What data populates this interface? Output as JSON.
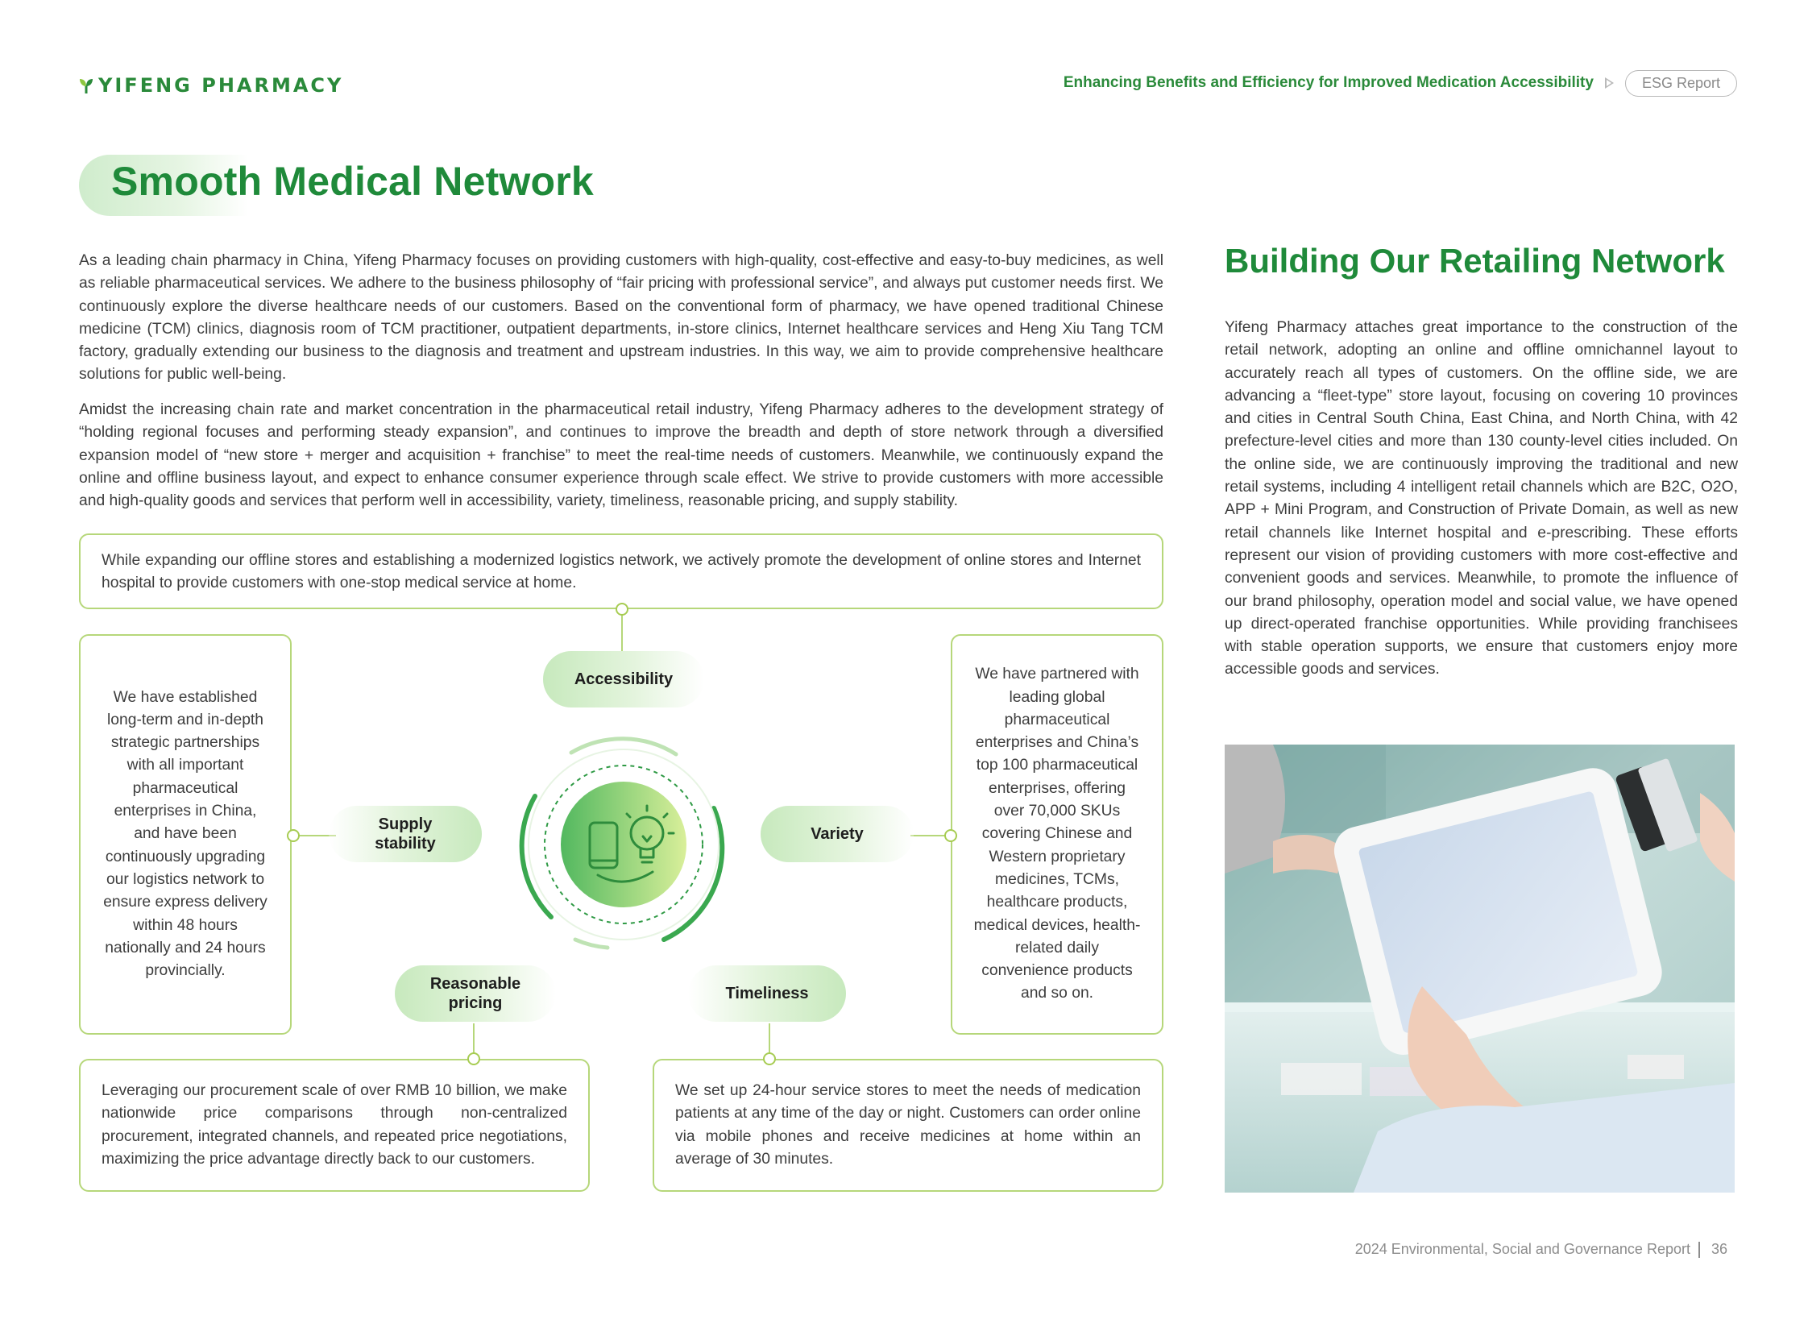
{
  "header": {
    "brand": "YIFENG PHARMACY",
    "tagline": "Enhancing Benefits and Efficiency for Improved Medication Accessibility",
    "report_pill": "ESG Report"
  },
  "page_title": "Smooth Medical Network",
  "intro": {
    "p1": "As a leading chain pharmacy in China, Yifeng Pharmacy focuses on providing customers with high-quality, cost-effective and easy-to-buy medicines, as well as reliable pharmaceutical services. We adhere to the business philosophy of “fair pricing with professional service”, and always put customer needs first. We continuously explore the diverse healthcare needs of our customers. Based on the conventional form of pharmacy, we have opened traditional Chinese medicine (TCM) clinics, diagnosis room of TCM practitioner, outpatient departments, in-store clinics, Internet healthcare services and Heng Xiu Tang TCM factory, gradually extending our business to the diagnosis and treatment and upstream industries. In this way, we aim to provide comprehensive healthcare solutions for public well-being.",
    "p2": "Amidst the increasing chain rate and market concentration in the pharmaceutical retail industry, Yifeng Pharmacy adheres to the development strategy of “holding regional focuses and performing steady expansion”, and continues to improve the breadth and depth of store network through a diversified expansion model of “new store + merger and acquisition + franchise” to meet the real-time needs of customers. Meanwhile, we continuously expand the online and offline business layout, and expect to enhance consumer experience through scale effect. We strive to provide customers with more accessible and high-quality goods and services that perform well in accessibility, variety, timeliness, reasonable pricing, and supply stability."
  },
  "diagram": {
    "top_text": "While expanding our offline stores and establishing a modernized logistics network, we actively promote the development of online stores and Internet hospital to provide customers with one-stop medical service at home.",
    "left_text": "We have established long-term and in-depth strategic partnerships with all important pharmaceutical enterprises in China, and have been continuously upgrading our logistics network to ensure express delivery within 48 hours nationally and 24 hours provincially.",
    "right_text": "We have partnered with leading global pharmaceutical enterprises and China’s top 100 pharmaceutical enterprises, offering over 70,000 SKUs covering Chinese and Western proprietary medicines, TCMs, healthcare products, medical devices, health-related daily convenience products and so on.",
    "bottom_left_text": "Leveraging our procurement scale of over RMB 10 billion, we make nationwide price comparisons through non-centralized procurement, integrated channels, and repeated price negotiations, maximizing the price advantage directly back to our customers.",
    "bottom_right_text": "We set up 24-hour service stores to meet the needs of medication patients at any time of the day or night. Customers can order online via mobile phones and receive medicines at home within an average of 30 minutes.",
    "nodes": {
      "accessibility": "Accessibility",
      "supply_line1": "Supply",
      "supply_line2": "stability",
      "variety": "Variety",
      "pricing_line1": "Reasonable",
      "pricing_line2": "pricing",
      "timeliness": "Timeliness"
    },
    "center_icon": "phone-and-lightbulb-icon"
  },
  "section": {
    "title": "Building Our Retailing Network",
    "body": "Yifeng Pharmacy attaches great importance to the construction of the retail network, adopting an online and offline omnichannel layout to accurately reach all types of customers. On the offline side, we are advancing a “fleet-type” store layout, focusing on covering 10 provinces and cities in Central South China, East China, and North China, with 42 prefecture-level cities and more than 130 county-level cities included. On the online side, we are continuously improving the traditional and new retail systems, including 4 intelligent retail channels which are B2C, O2O, APP + Mini Program, and Construction of Private Domain, as well as new retail channels like Internet hospital and e-prescribing. These efforts represent our vision of providing customers with more cost-effective and convenient goods and services. Meanwhile, to promote the influence of our brand philosophy, operation model and social value, we have opened up direct-operated franchise opportunities. While providing franchisees with stable operation supports, we ensure that customers enjoy more accessible goods and services."
  },
  "footer": {
    "report": "2024 Environmental, Social and Governance Report",
    "page": "36"
  },
  "colors": {
    "brand_green": "#1f8a3a",
    "box_border": "#b6d77a",
    "pill_green": "#c7e9bd"
  }
}
